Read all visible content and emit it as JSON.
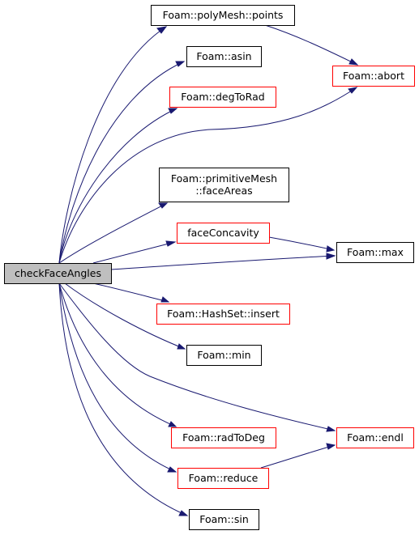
{
  "colors": {
    "edge": "#191970",
    "normal_border": "#000000",
    "red_border": "#ff0000",
    "focus_fill": "#bfbfbf",
    "node_fill": "#ffffff"
  },
  "nodes": [
    {
      "id": "checkFaceAngles",
      "lines": [
        "checkFaceAngles"
      ],
      "style": "focus"
    },
    {
      "id": "points",
      "lines": [
        "Foam::polyMesh::points"
      ],
      "style": "normal"
    },
    {
      "id": "asin",
      "lines": [
        "Foam::asin"
      ],
      "style": "normal"
    },
    {
      "id": "degToRad",
      "lines": [
        "Foam::degToRad"
      ],
      "style": "red"
    },
    {
      "id": "abort",
      "lines": [
        "Foam::abort"
      ],
      "style": "red"
    },
    {
      "id": "faceAreas",
      "lines": [
        "Foam::primitiveMesh",
        "::faceAreas"
      ],
      "style": "normal"
    },
    {
      "id": "faceConcavity",
      "lines": [
        "faceConcavity"
      ],
      "style": "red"
    },
    {
      "id": "max",
      "lines": [
        "Foam::max"
      ],
      "style": "normal"
    },
    {
      "id": "insert",
      "lines": [
        "Foam::HashSet::insert"
      ],
      "style": "red"
    },
    {
      "id": "min",
      "lines": [
        "Foam::min"
      ],
      "style": "normal"
    },
    {
      "id": "radToDeg",
      "lines": [
        "Foam::radToDeg"
      ],
      "style": "red"
    },
    {
      "id": "endl",
      "lines": [
        "Foam::endl"
      ],
      "style": "red"
    },
    {
      "id": "reduce",
      "lines": [
        "Foam::reduce"
      ],
      "style": "red"
    },
    {
      "id": "sin",
      "lines": [
        "Foam::sin"
      ],
      "style": "normal"
    }
  ],
  "edges": [
    {
      "from": "checkFaceAngles",
      "to": "points"
    },
    {
      "from": "checkFaceAngles",
      "to": "asin"
    },
    {
      "from": "checkFaceAngles",
      "to": "degToRad"
    },
    {
      "from": "checkFaceAngles",
      "to": "abort"
    },
    {
      "from": "checkFaceAngles",
      "to": "faceAreas"
    },
    {
      "from": "checkFaceAngles",
      "to": "faceConcavity"
    },
    {
      "from": "checkFaceAngles",
      "to": "max"
    },
    {
      "from": "checkFaceAngles",
      "to": "insert"
    },
    {
      "from": "checkFaceAngles",
      "to": "min"
    },
    {
      "from": "checkFaceAngles",
      "to": "endl"
    },
    {
      "from": "checkFaceAngles",
      "to": "radToDeg"
    },
    {
      "from": "checkFaceAngles",
      "to": "reduce"
    },
    {
      "from": "checkFaceAngles",
      "to": "sin"
    },
    {
      "from": "points",
      "to": "abort"
    },
    {
      "from": "faceConcavity",
      "to": "max"
    },
    {
      "from": "reduce",
      "to": "endl"
    }
  ]
}
